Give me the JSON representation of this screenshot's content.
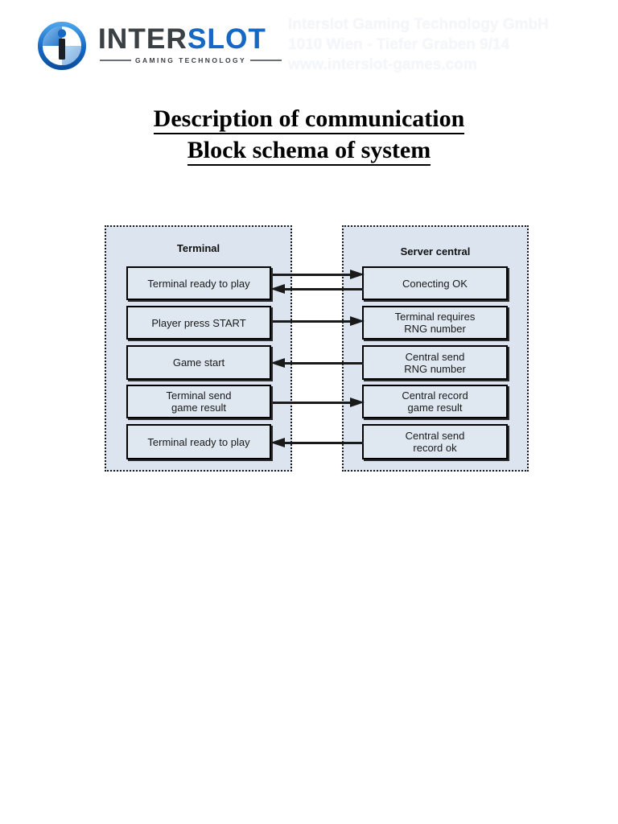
{
  "header": {
    "logo": {
      "name": "interslot-logo",
      "word_dark": "INTER",
      "word_blue": "SLOT",
      "tagline": "GAMING TECHNOLOGY"
    },
    "watermark": [
      "Interslot Gaming Technology GmbH",
      "1010 Wien - Tiefer Graben 9/14",
      "www.interslot-games.com"
    ]
  },
  "title": {
    "line1": "Description of communication",
    "line2": "Block schema of system"
  },
  "diagram": {
    "panels": [
      {
        "id": "terminal",
        "title": "Terminal",
        "nodes": [
          {
            "id": "terminal-ready-1",
            "lines": [
              "Terminal ready to play"
            ]
          },
          {
            "id": "player-press-start",
            "lines": [
              "Player press START"
            ]
          },
          {
            "id": "game-start",
            "lines": [
              "Game start"
            ]
          },
          {
            "id": "terminal-send-result",
            "lines": [
              "Terminal send",
              "game result"
            ]
          },
          {
            "id": "terminal-ready-2",
            "lines": [
              "Terminal ready to play"
            ]
          }
        ]
      },
      {
        "id": "server-central",
        "title": "Server central",
        "nodes": [
          {
            "id": "conecting-ok",
            "lines": [
              "Conecting OK"
            ]
          },
          {
            "id": "terminal-requires-rng",
            "lines": [
              "Terminal requires",
              "RNG number"
            ]
          },
          {
            "id": "central-send-rng",
            "lines": [
              "Central send",
              "RNG number"
            ]
          },
          {
            "id": "central-record-result",
            "lines": [
              "Central record",
              "game result"
            ]
          },
          {
            "id": "central-send-record-ok",
            "lines": [
              "Central send",
              "record ok"
            ]
          }
        ]
      }
    ],
    "arrows": [
      {
        "id": "arrow-terminal-to-server-1",
        "direction": "right",
        "from": "terminal-ready-1",
        "to": "conecting-ok"
      },
      {
        "id": "arrow-server-to-terminal-1",
        "direction": "left",
        "from": "conecting-ok",
        "to": "terminal-ready-1"
      },
      {
        "id": "arrow-terminal-to-server-2",
        "direction": "right",
        "from": "player-press-start",
        "to": "terminal-requires-rng"
      },
      {
        "id": "arrow-server-to-terminal-2",
        "direction": "left",
        "from": "central-send-rng",
        "to": "game-start"
      },
      {
        "id": "arrow-terminal-to-server-3",
        "direction": "right",
        "from": "terminal-send-result",
        "to": "central-record-result"
      },
      {
        "id": "arrow-server-to-terminal-3",
        "direction": "left",
        "from": "central-send-record-ok",
        "to": "terminal-ready-2"
      }
    ]
  },
  "colors": {
    "panel_fill": "#dce5ef",
    "node_fill": "#dfe7f0",
    "stroke": "#1a1a1a",
    "logo_blue": "#1668c4",
    "logo_dark": "#3b4045",
    "page_background": "#ffffff"
  }
}
